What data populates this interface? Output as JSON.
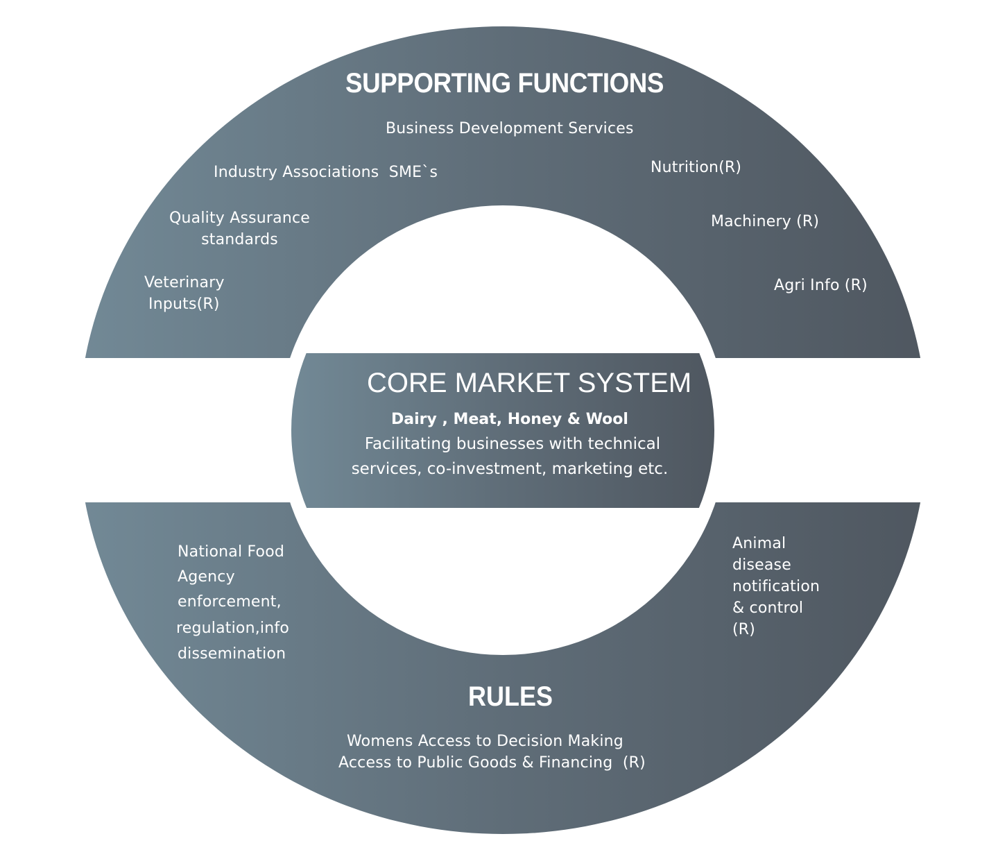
{
  "colors": {
    "gradient_left": "#728996",
    "gradient_mid": "#5f6d78",
    "gradient_right": "#4f5760",
    "text": "#ffffff",
    "background": "#ffffff"
  },
  "supporting_functions": {
    "title": "SUPPORTING FUNCTIONS",
    "items": {
      "business_development": "Business Development Services",
      "industry_associations": "Industry Associations  SME`s",
      "quality_assurance": [
        "Quality Assurance",
        "standards"
      ],
      "veterinary": [
        "Veterinary",
        "Inputs(R)"
      ],
      "nutrition": "Nutrition(R)",
      "machinery": "Machinery (R)",
      "agri_info": "Agri Info (R)"
    }
  },
  "core_market_system": {
    "title": "CORE MARKET SYSTEM",
    "subtitle": "Dairy , Meat, Honey & Wool",
    "description": [
      "Facilitating businesses with technical",
      "services, co-investment, marketing etc."
    ]
  },
  "rules": {
    "title": "RULES",
    "items": {
      "national_food_agency": [
        "National Food",
        "Agency",
        "enforcement,",
        "regulation,info",
        "dissemination"
      ],
      "animal_disease": [
        "Animal",
        "disease",
        "notification",
        "& control",
        "(R)"
      ],
      "womens_access": "Womens Access to Decision Making",
      "public_goods": "Access to Public Goods & Financing  (R)"
    }
  }
}
